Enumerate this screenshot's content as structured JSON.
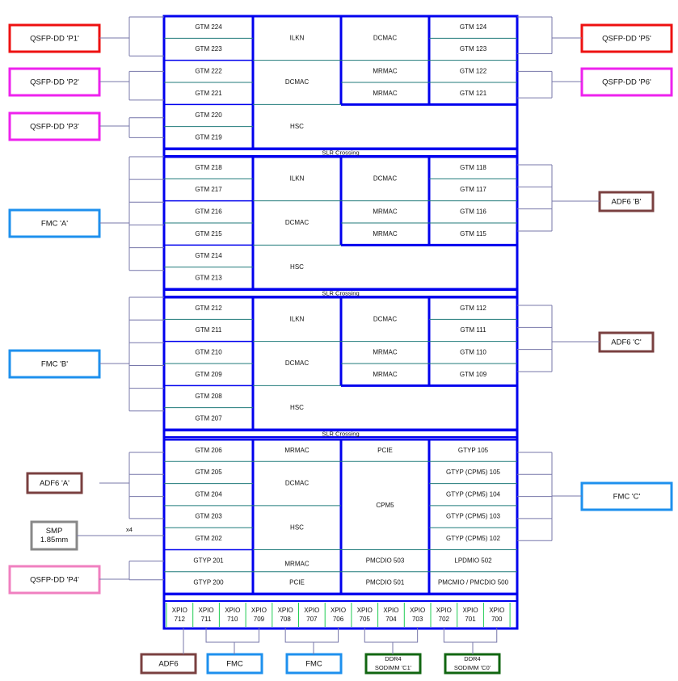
{
  "colors": {
    "chip_border": "#0000ee",
    "teal_divider": "#1f7a7a",
    "xpio_divider": "#22cc55",
    "wire": "#7777aa",
    "qsfp_red": "#ee1111",
    "qsfp_magenta": "#ee22ee",
    "qsfp_pink": "#f080c0",
    "fmc_blue": "#1e90ee",
    "adf_brown": "#7a4040",
    "smp_gray": "#888888",
    "ddr_green": "#116611",
    "text": "#111111"
  },
  "slr_crossing_label": "SLR Crossing",
  "slrs": [
    {
      "gtm_left": [
        "GTM 224",
        "GTM 223",
        "GTM 222",
        "GTM 221",
        "GTM 220",
        "GTM 219"
      ],
      "mid_left": [
        "ILKN",
        "DCMAC",
        "HSC"
      ],
      "mid_right": [
        "DCMAC",
        "MRMAC",
        "MRMAC"
      ],
      "gtm_right": [
        "GTM 124",
        "GTM 123",
        "GTM 122",
        "GTM 121"
      ]
    },
    {
      "gtm_left": [
        "GTM 218",
        "GTM 217",
        "GTM 216",
        "GTM 215",
        "GTM 214",
        "GTM 213"
      ],
      "mid_left": [
        "ILKN",
        "DCMAC",
        "HSC"
      ],
      "mid_right": [
        "DCMAC",
        "MRMAC",
        "MRMAC"
      ],
      "gtm_right": [
        "GTM 118",
        "GTM 117",
        "GTM 116",
        "GTM 115"
      ]
    },
    {
      "gtm_left": [
        "GTM 212",
        "GTM 211",
        "GTM 210",
        "GTM 209",
        "GTM 208",
        "GTM 207"
      ],
      "mid_left": [
        "ILKN",
        "DCMAC",
        "HSC"
      ],
      "mid_right": [
        "DCMAC",
        "MRMAC",
        "MRMAC"
      ],
      "gtm_right": [
        "GTM 112",
        "GTM 111",
        "GTM 110",
        "GTM 109"
      ]
    }
  ],
  "bottom_slr": {
    "left_col": [
      "GTM 206",
      "GTM 205",
      "GTM 204",
      "GTM 203",
      "GTM 202",
      "GTYP 201",
      "GTYP 200"
    ],
    "col2": [
      "MRMAC",
      "DCMAC",
      "HSC",
      "MRMAC",
      "PCIE"
    ],
    "col3": [
      "PCIE",
      "CPM5",
      "PMCDIO 503",
      "PMCDIO 501"
    ],
    "right_col": [
      "GTYP 105",
      "GTYP (CPM5) 105",
      "GTYP (CPM5) 104",
      "GTYP (CPM5) 103",
      "GTYP (CPM5) 102",
      "LPDMIO 502",
      "PMCMIO / PMCDIO 500"
    ]
  },
  "xpio_label": "XPIO",
  "xpio_numbers": [
    "712",
    "711",
    "710",
    "709",
    "708",
    "707",
    "706",
    "705",
    "704",
    "703",
    "702",
    "701",
    "700"
  ],
  "connectors": {
    "qsfp_p1": "QSFP-DD 'P1'",
    "qsfp_p2": "QSFP-DD 'P2'",
    "qsfp_p3": "QSFP-DD 'P3'",
    "qsfp_p4": "QSFP-DD 'P4'",
    "qsfp_p5": "QSFP-DD 'P5'",
    "qsfp_p6": "QSFP-DD 'P6'",
    "fmc_a": "FMC 'A'",
    "fmc_b": "FMC 'B'",
    "fmc_c": "FMC 'C'",
    "adf6_a": "ADF6 'A'",
    "adf6_b": "ADF6 'B'",
    "adf6_c": "ADF6 'C'",
    "smp_line1": "SMP",
    "smp_line2": "1.85mm",
    "smp_count": "x4",
    "bottom_adf6": "ADF6",
    "bottom_fmc_1": "FMC",
    "bottom_fmc_2": "FMC",
    "ddr_c1_line1": "DDR4",
    "ddr_c1_line2": "SODIMM 'C1'",
    "ddr_c0_line1": "DDR4",
    "ddr_c0_line2": "SODIMM 'C0'"
  }
}
